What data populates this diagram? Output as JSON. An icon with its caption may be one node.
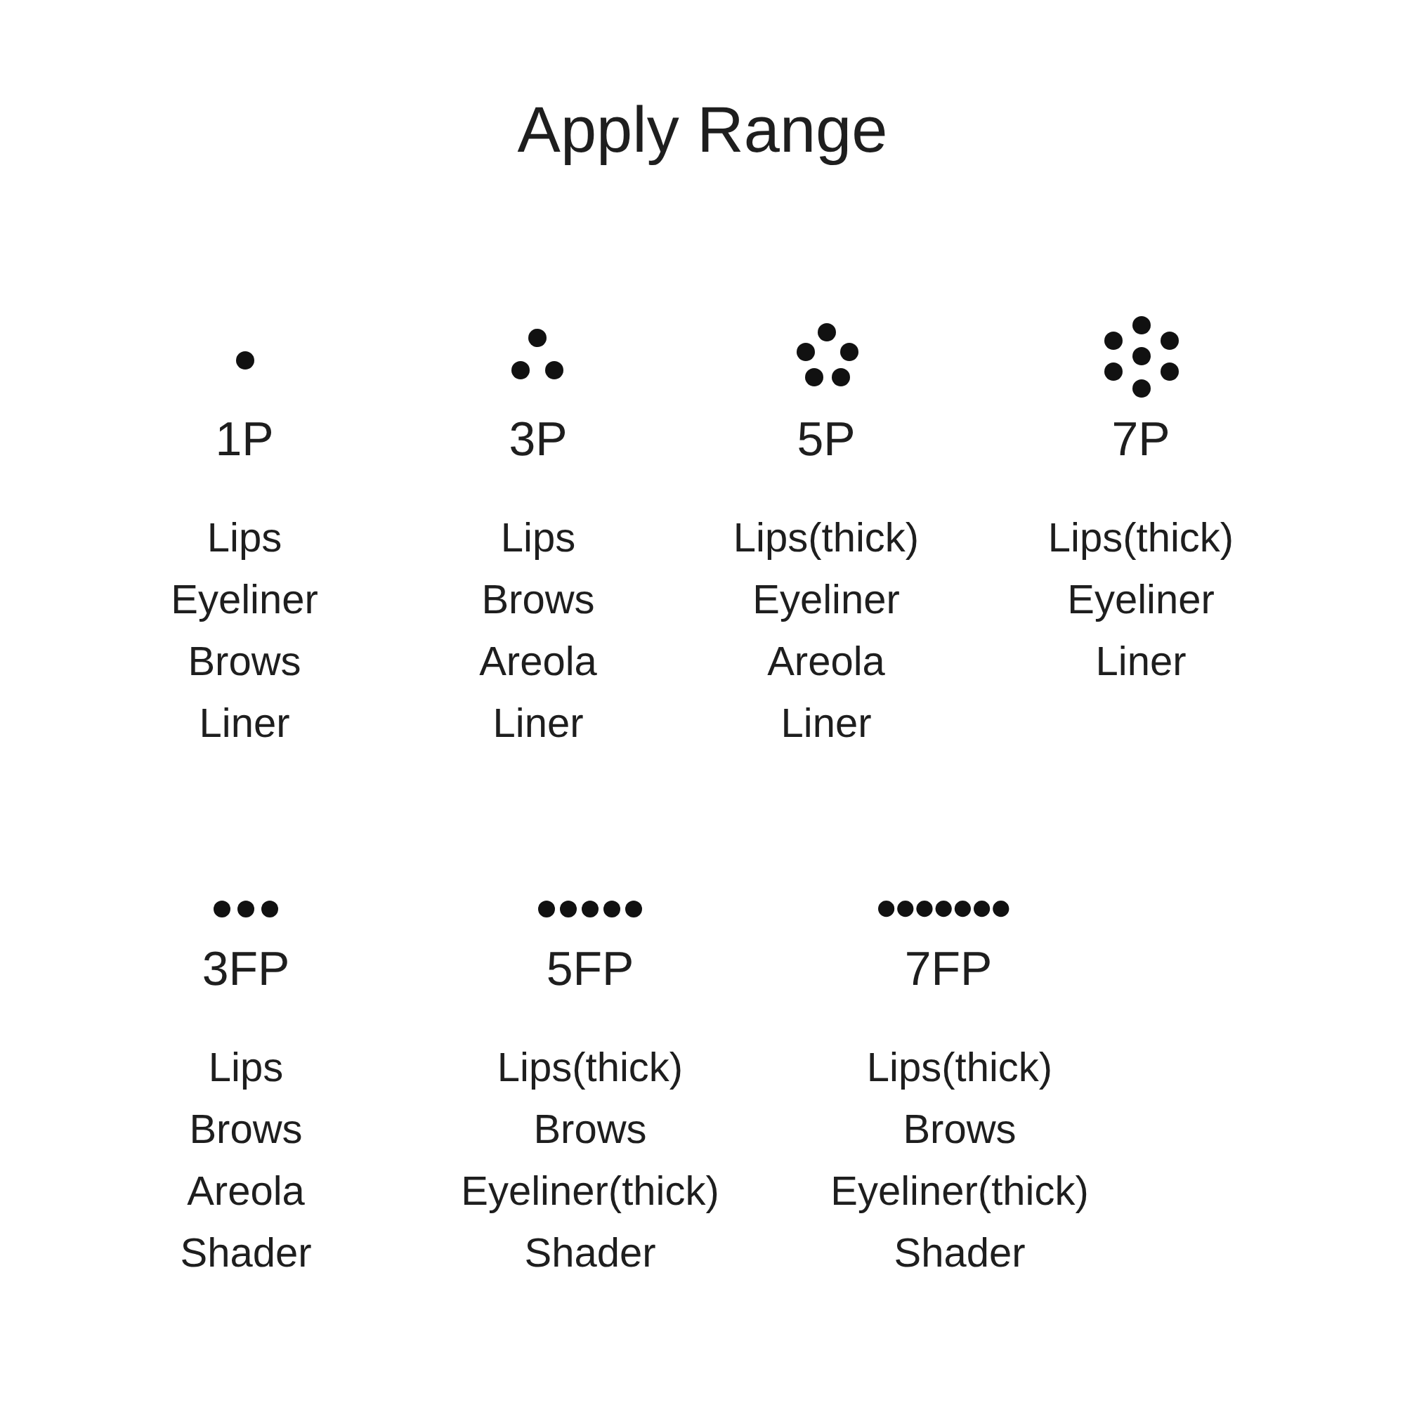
{
  "diagram": {
    "title": "Apply Range",
    "labels": [
      "1P",
      "Lips",
      "Eyeliner",
      "Brows",
      "Liner",
      "3P",
      "Lips",
      "Brows",
      "Areola",
      "Liner",
      "5P",
      "Lips(thick)",
      "Eyeliner",
      "Areola",
      "Liner",
      "7P",
      "Lips(thick)",
      "Eyeliner",
      "Liner",
      "3FP",
      "Lips",
      "Brows",
      "Areola",
      "Shader",
      "5FP",
      "Lips(thick)",
      "Brows",
      "Eyeliner(thick)",
      "Shader",
      "7FP",
      "Lips(thick)",
      "Brows",
      "Eyeliner(thick)",
      "Shader"
    ]
  }
}
